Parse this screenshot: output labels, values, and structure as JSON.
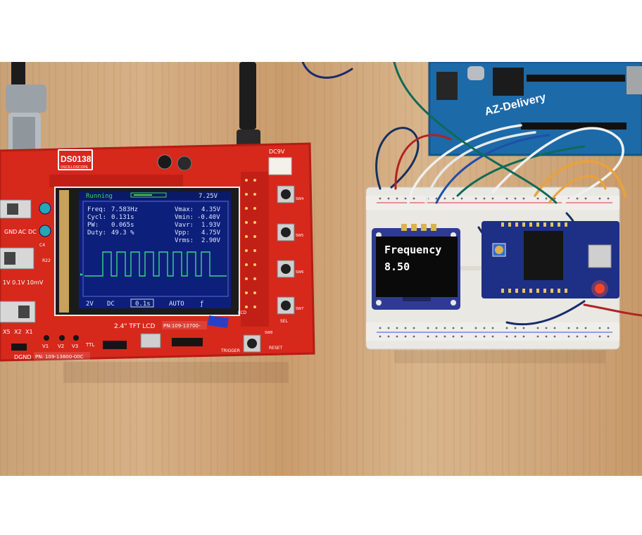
{
  "scope": {
    "model": "DS0138",
    "subtitle": "OSCILLOSCOPE",
    "status": "Running",
    "voltage_top": "7.25V",
    "rows": [
      {
        "k": "Freq:",
        "v": "7.583Hz",
        "k2": "Vmax:",
        "v2": "4.35V"
      },
      {
        "k": "Cycl:",
        "v": "0.131s",
        "k2": "Vmin:",
        "v2": "-0.40V"
      },
      {
        "k": "PW:",
        "v": "0.065s",
        "k2": "Vavr:",
        "v2": "1.93V"
      },
      {
        "k": "Duty:",
        "v": "49.3 %",
        "k2": "Vpp:",
        "v2": "4.75V"
      },
      {
        "k": "",
        "v": "",
        "k2": "Vrms:",
        "v2": "2.90V"
      }
    ],
    "bottom": [
      "2V",
      "DC",
      "0.1s",
      "AUTO",
      "ƒ"
    ],
    "lcd_label": "2.4\" TFT LCD",
    "pn_top": "PN:109-13700-",
    "pn_bottom": "PN: 109-13800-00C",
    "labels": {
      "gnd": "GND",
      "ac": "AC",
      "dc": "DC",
      "range": "1V 0.1V 10mV",
      "x5": "X5",
      "x2": "X2",
      "x1": "X1",
      "dgnd": "DGND",
      "dc9v": "DC9V",
      "trigger": "TRIGGER",
      "reset": "RESET",
      "ttl": "TTL",
      "v1": "V1",
      "v2": "V2",
      "v3": "V3",
      "sw4": "SW4",
      "sw5": "SW5",
      "sw6": "SW6",
      "sw7": "SW7",
      "sw8": "SW8",
      "sel": "SEL",
      "r22": "R22",
      "c4": "C4",
      "lcd": "LCD"
    }
  },
  "oled": {
    "title": "Frequency",
    "value": "8.50"
  },
  "arduino": {
    "label": "AZ-Delivery"
  }
}
